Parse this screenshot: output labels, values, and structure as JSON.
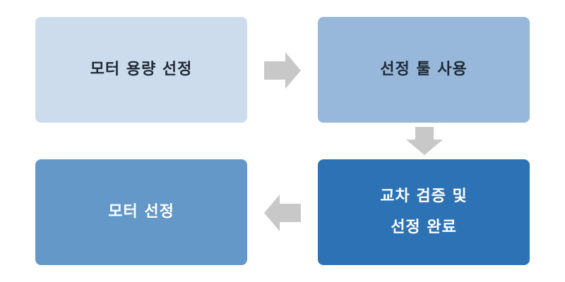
{
  "steps": [
    {
      "label": "모터 용량 선정"
    },
    {
      "label": "선정 툴 사용"
    },
    {
      "label": "교차 검증 및\n선정 완료"
    },
    {
      "label": "모터 선정"
    }
  ],
  "colors": {
    "step1_fill": "#cddcec",
    "step2_fill": "#97b8da",
    "step3_fill": "#2c72b5",
    "step4_fill": "#6398c8",
    "arrow_fill": "#c8c8c8"
  }
}
